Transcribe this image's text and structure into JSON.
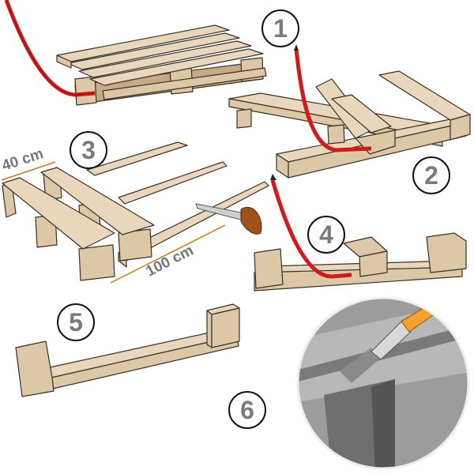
{
  "steps": [
    {
      "number": "1"
    },
    {
      "number": "2"
    },
    {
      "number": "3"
    },
    {
      "number": "4"
    },
    {
      "number": "5"
    },
    {
      "number": "6"
    }
  ],
  "dimensions": {
    "width": "40 cm",
    "length": "100 cm"
  },
  "colors": {
    "wood": "#dcc7a6",
    "crowbar": "#d11a1a",
    "arrow": "#c8752a",
    "brush": "#f2a22c",
    "paint": "#8a8a8a"
  }
}
